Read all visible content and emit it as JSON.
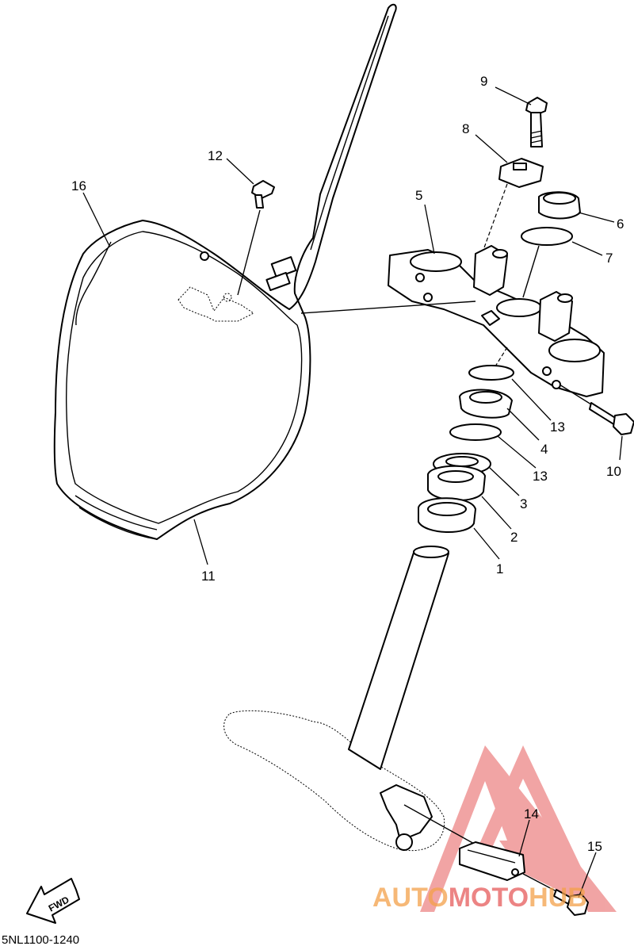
{
  "diagram": {
    "callouts": [
      {
        "id": "c1",
        "label": "1"
      },
      {
        "id": "c2",
        "label": "2"
      },
      {
        "id": "c3",
        "label": "3"
      },
      {
        "id": "c4",
        "label": "4"
      },
      {
        "id": "c5",
        "label": "5"
      },
      {
        "id": "c6",
        "label": "6"
      },
      {
        "id": "c7",
        "label": "7"
      },
      {
        "id": "c8",
        "label": "8"
      },
      {
        "id": "c9",
        "label": "9"
      },
      {
        "id": "c10",
        "label": "10"
      },
      {
        "id": "c11",
        "label": "11"
      },
      {
        "id": "c12",
        "label": "12"
      },
      {
        "id": "c13a",
        "label": "13"
      },
      {
        "id": "c13b",
        "label": "13"
      },
      {
        "id": "c14",
        "label": "14"
      },
      {
        "id": "c15",
        "label": "15"
      },
      {
        "id": "c16",
        "label": "16"
      }
    ],
    "diagram_code": "5NL1100-1240",
    "fwd_label": "FWD"
  },
  "watermark": {
    "text_part1": "AUTO",
    "text_part2": "MOTO",
    "text_part3": "HUB",
    "color_primary": "#f4a14a",
    "color_secondary": "#e65b5b"
  }
}
